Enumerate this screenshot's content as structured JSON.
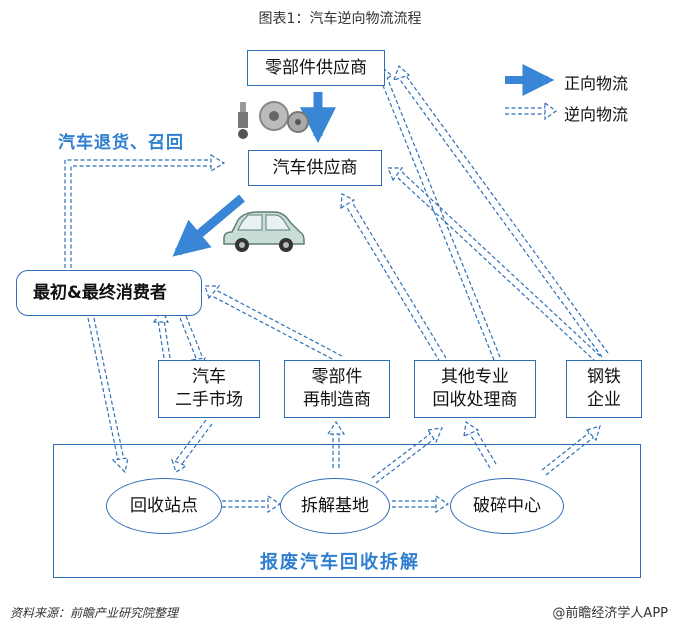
{
  "title": "图表1：汽车逆向物流流程",
  "nodes": {
    "parts_supplier": "零部件供应商",
    "car_supplier": "汽车供应商",
    "consumer": "最初&最终消费者",
    "used_car_market": [
      "汽车",
      "二手市场"
    ],
    "parts_reman": [
      "零部件",
      "再制造商"
    ],
    "other_recycler": [
      "其他专业",
      "回收处理商"
    ],
    "steel": [
      "钢铁",
      "企业"
    ],
    "recycle_station": "回收站点",
    "dismantle_base": "拆解基地",
    "crush_center": "破碎中心"
  },
  "labels": {
    "recall": "汽车退货、召回",
    "scrap_area": "报废汽车回收拆解"
  },
  "legend": {
    "forward": "正向物流",
    "reverse": "逆向物流"
  },
  "colors": {
    "forward_arrow": "#3a86d6",
    "reverse_arrow": "#2f6fb8",
    "label_blue": "#2f7fd0"
  },
  "footer": {
    "source": "资料来源：前瞻产业研究院整理",
    "brand": "@前瞻经济学人APP"
  }
}
